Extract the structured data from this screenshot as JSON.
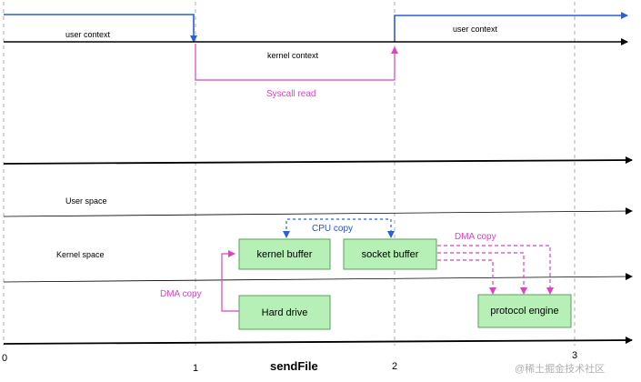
{
  "labels": {
    "user_context_left": "user context",
    "user_context_right": "user context",
    "kernel_context": "kernel context",
    "syscall_read": "Syscall read",
    "user_space": "User space",
    "kernel_space": "Kernel  space",
    "cpu_copy": "CPU copy",
    "dma_copy_right": "DMA copy",
    "dma_copy_left": "DMA copy"
  },
  "boxes": {
    "kernel_buffer": "kernel buffer",
    "socket_buffer": "socket buffer",
    "hard_drive": "Hard drive",
    "protocol_engine": "protocol engine"
  },
  "ticks": [
    "0",
    "1",
    "2",
    "3"
  ],
  "axis_title": "sendFile",
  "watermark": "@稀土掘金技术社区",
  "colors": {
    "context_line": "#2a5fd8",
    "syscall": "#e040c8",
    "box_fill": "#b6f0b6",
    "box_border": "#5aa05a",
    "dash_gray": "#9a9a9a"
  },
  "icons": {
    "arrow": "arrowhead-icon"
  }
}
